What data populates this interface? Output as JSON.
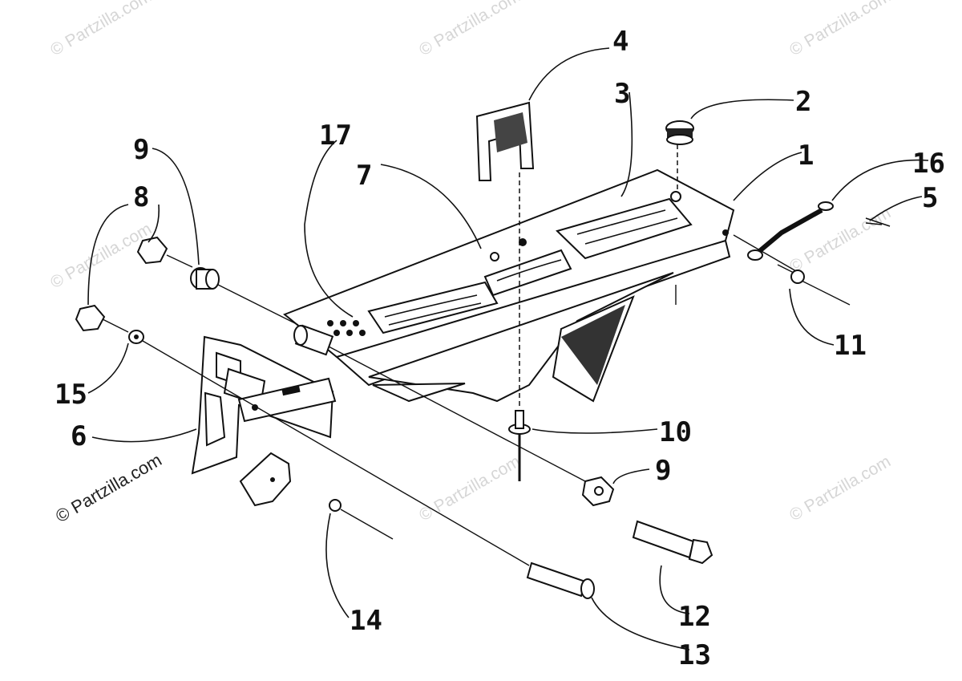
{
  "diagram": {
    "callouts": [
      "1",
      "2",
      "3",
      "4",
      "5",
      "6",
      "7",
      "8",
      "8",
      "9",
      "9",
      "10",
      "11",
      "12",
      "13",
      "14",
      "15",
      "16",
      "17"
    ],
    "watermark": "© Partzilla.com",
    "watermark_bold": "© Partzilla.com"
  }
}
